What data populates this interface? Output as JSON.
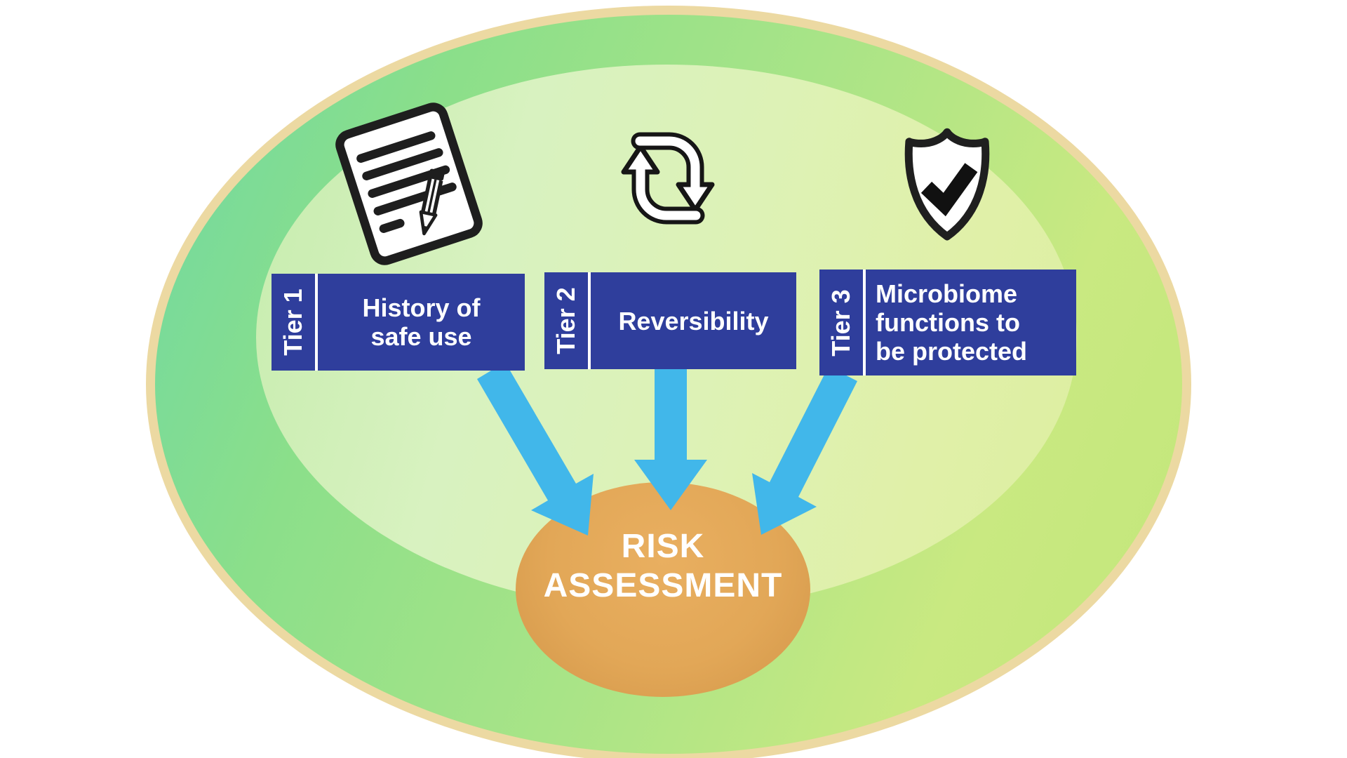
{
  "diagram": {
    "colors": {
      "box_blue": "#2f3e9c",
      "arrow_blue": "#41b7ea",
      "risk_orange": "#e2a757",
      "ellipse_border_cream": "#ecd9a2"
    },
    "tiers": [
      {
        "label": "Tier 1",
        "icon": "document-pencil-icon",
        "lines": [
          "History of",
          "safe use"
        ]
      },
      {
        "label": "Tier 2",
        "icon": "cycle-arrows-icon",
        "lines": [
          "Reversibility"
        ]
      },
      {
        "label": "Tier 3",
        "icon": "shield-check-icon",
        "lines": [
          "Microbiome",
          "functions to",
          "be protected"
        ]
      }
    ],
    "risk": {
      "lines": [
        "RISK",
        "ASSESSMENT"
      ]
    }
  }
}
